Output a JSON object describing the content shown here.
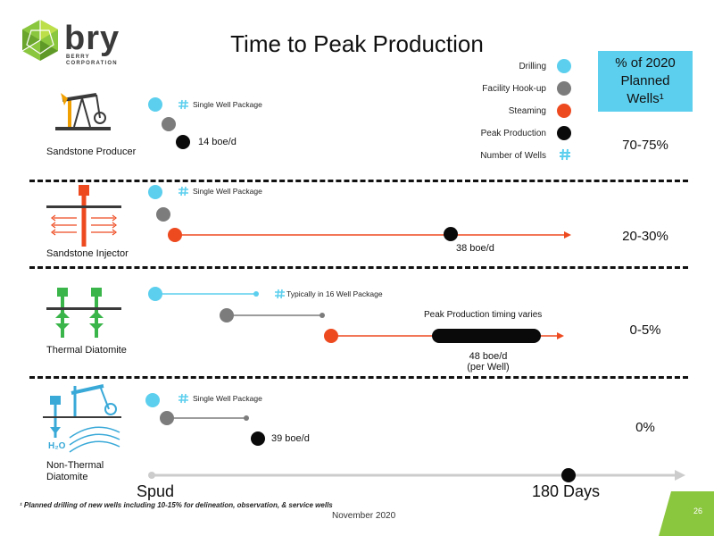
{
  "logo": {
    "name": "bry",
    "sub": "BERRY CORPORATION"
  },
  "title": "Time to Peak Production",
  "legend": {
    "items": [
      {
        "label": "Drilling",
        "color": "#5ccfee"
      },
      {
        "label": "Facility Hook-up",
        "color": "#7c7c7c"
      },
      {
        "label": "Steaming",
        "color": "#ee4a20"
      },
      {
        "label": "Peak Production",
        "color": "#0a0a0a"
      },
      {
        "label": "Number of Wells",
        "icon": "hash-icon"
      }
    ]
  },
  "pct_header": {
    "line1": "% of 2020",
    "line2": "Planned",
    "line3": "Wells¹"
  },
  "rows": [
    {
      "label": "Sandstone Producer",
      "pct": "70-75%",
      "package": "Single Well Package",
      "boe": "14  boe/d"
    },
    {
      "label": "Sandstone Injector",
      "pct": "20-30%",
      "package": "Single Well Package",
      "boe": "38  boe/d"
    },
    {
      "label": "Thermal  Diatomite",
      "pct": "0-5%",
      "package": "Typically in 16 Well Package",
      "timing_note": "Peak Production timing varies",
      "boe": "48  boe/d",
      "boe_sub": "(per Well)"
    },
    {
      "label_line1": "Non-Thermal",
      "label_line2": "Diatomite",
      "pct": "0%",
      "package": "Single Well Package",
      "boe": "39  boe/d",
      "h2o": "H₂O"
    }
  ],
  "axis": {
    "start": "Spud",
    "end": "180 Days"
  },
  "footnote": "¹ Planned drilling of new wells including 10-15% for delineation, observation, & service wells",
  "date": "November 2020",
  "page_number": "26",
  "colors": {
    "drilling": "#5ccfee",
    "hookup": "#7c7c7c",
    "steaming": "#ee4a20",
    "peak": "#0a0a0a",
    "accent_green": "#8bc63f"
  }
}
